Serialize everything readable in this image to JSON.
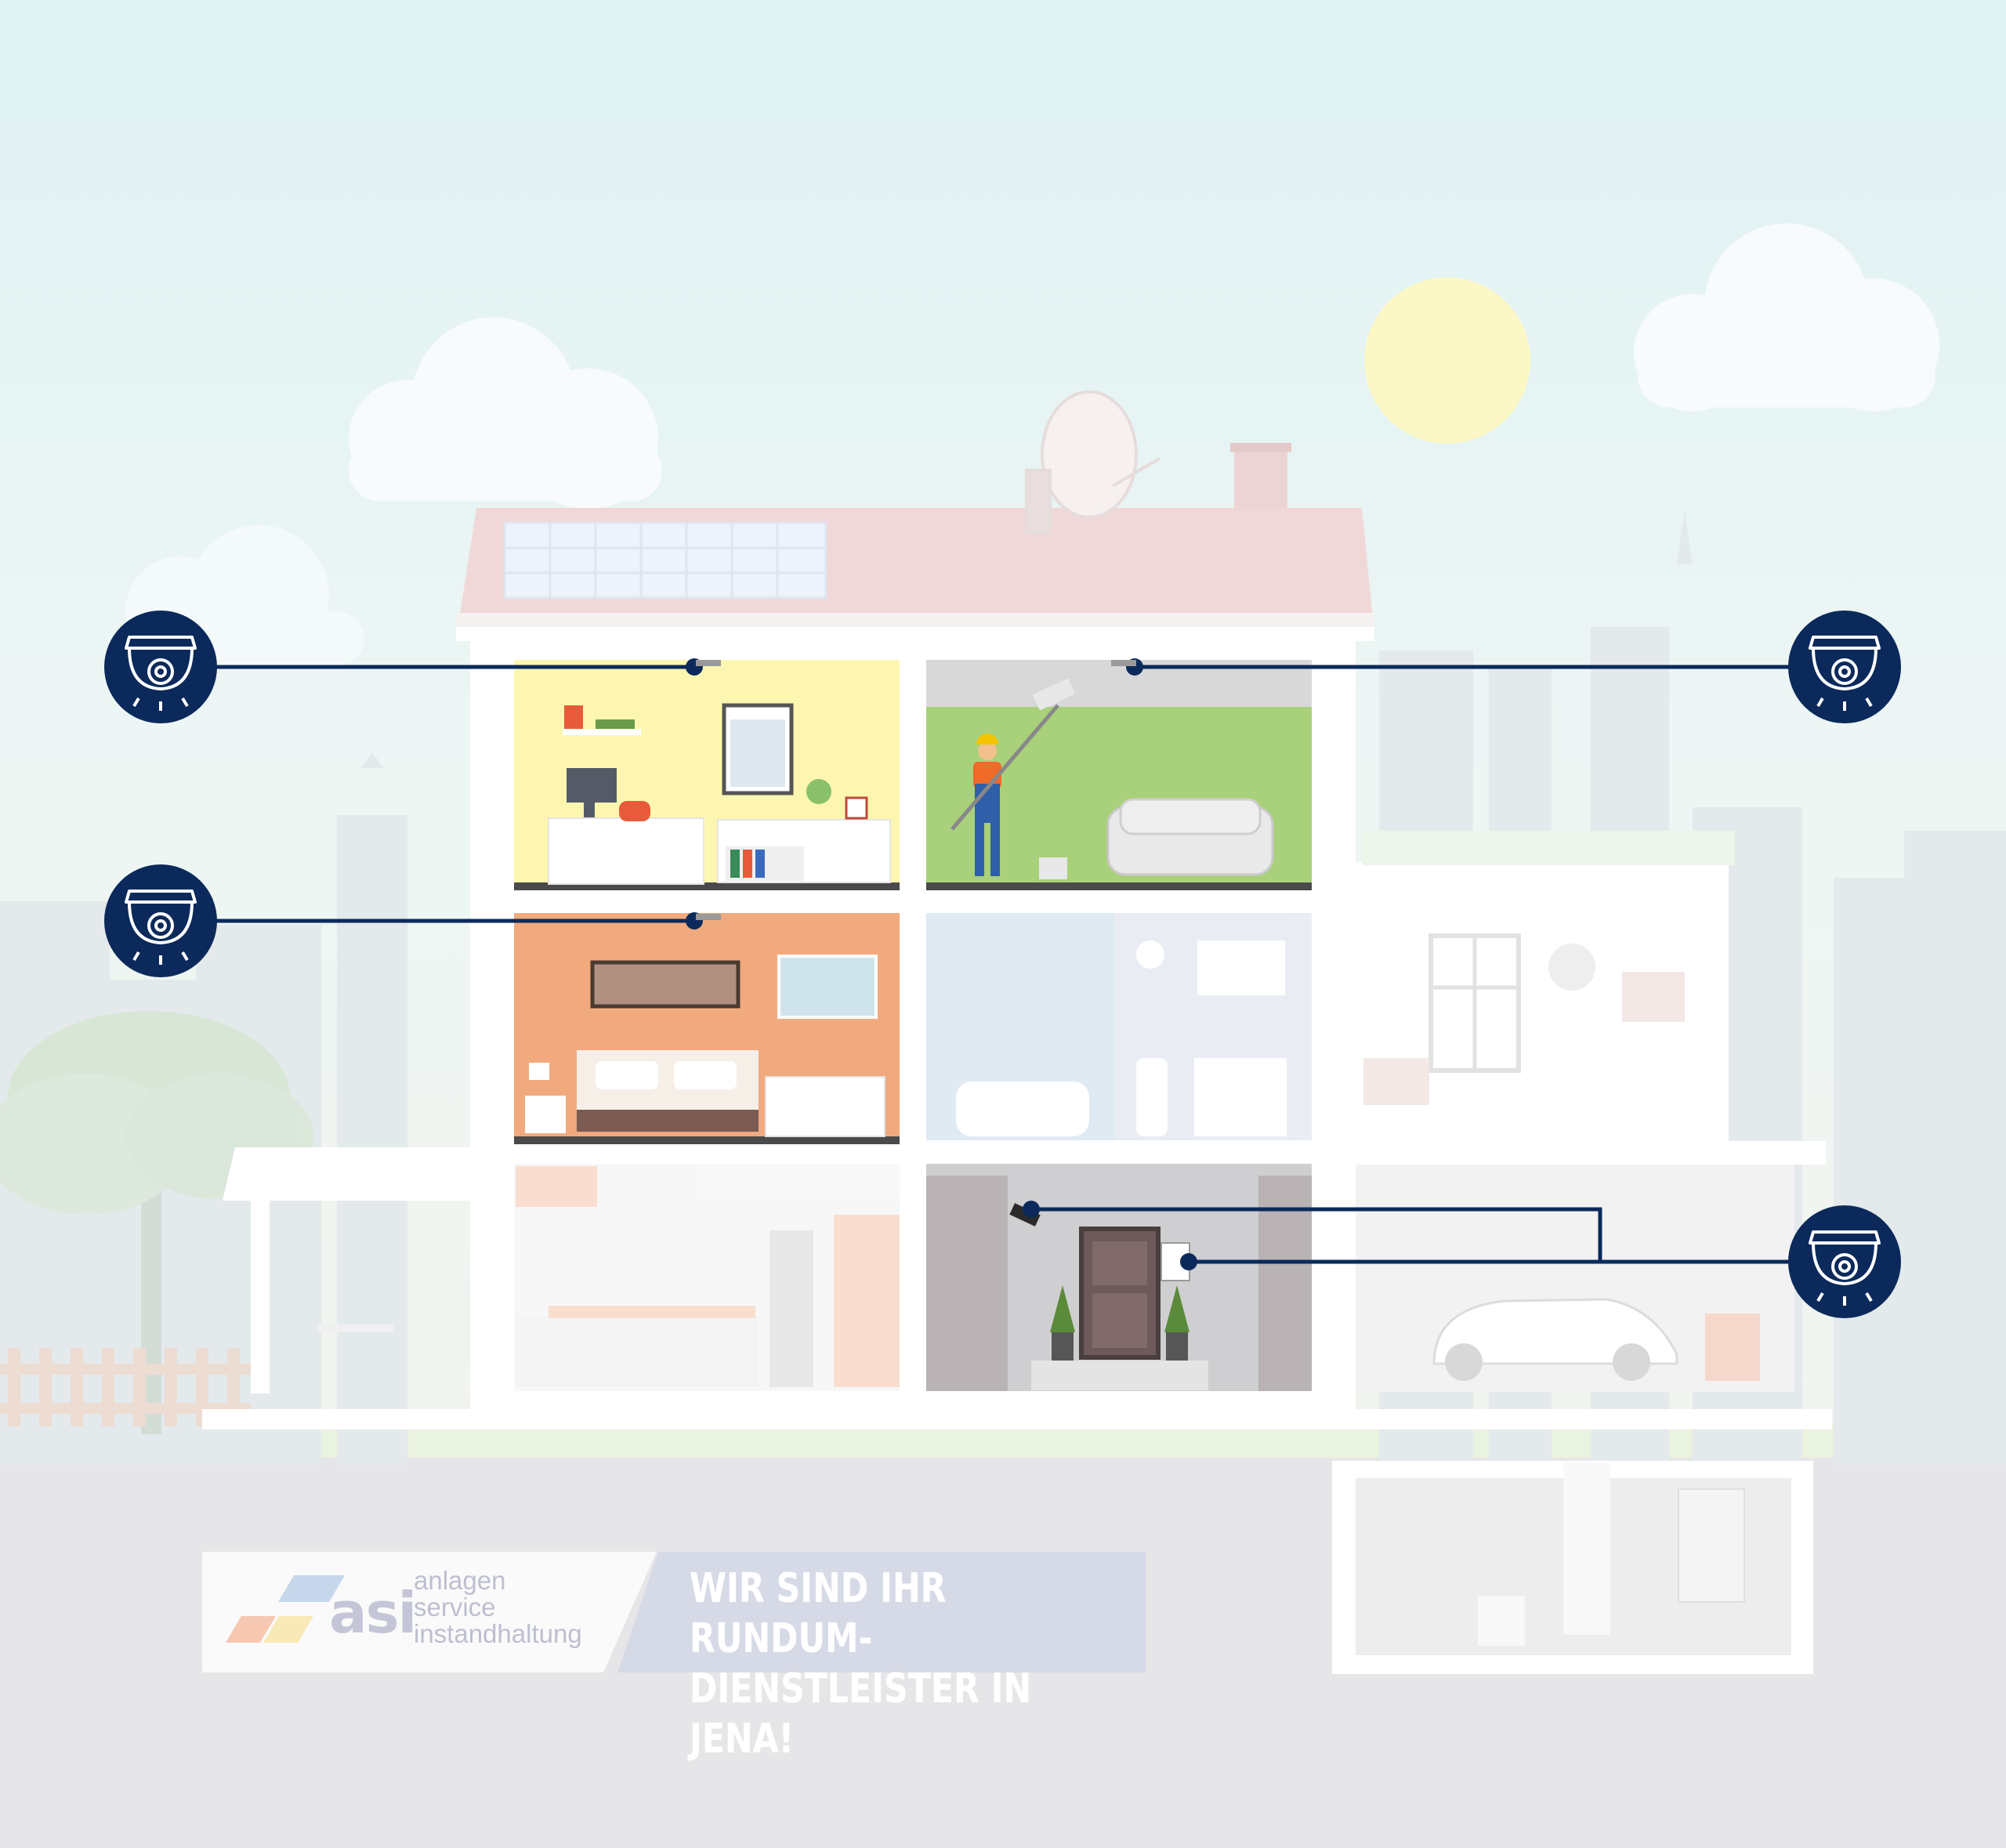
{
  "logo": {
    "brand": "asi",
    "words": [
      "anlagen",
      "service",
      "instandhaltung"
    ]
  },
  "banner": {
    "line1": "WIR SIND IHR RUNDUM-",
    "line2": "DIENSTLEISTER IN JENA!"
  },
  "camera_markers": [
    {
      "name": "camera-marker-top-left-icon"
    },
    {
      "name": "camera-marker-mid-left-icon"
    },
    {
      "name": "camera-marker-top-right-icon"
    },
    {
      "name": "camera-marker-bottom-right-icon"
    }
  ],
  "colors": {
    "marker_navy": "#0b2a5b",
    "sky_top": "#dff1f3",
    "ground": "#e6e6e8",
    "office_wall": "#fdf6b0",
    "living_wall": "#a9d07a",
    "bedroom_wall": "#f1aa7e",
    "roof": "#f0d7d7"
  }
}
